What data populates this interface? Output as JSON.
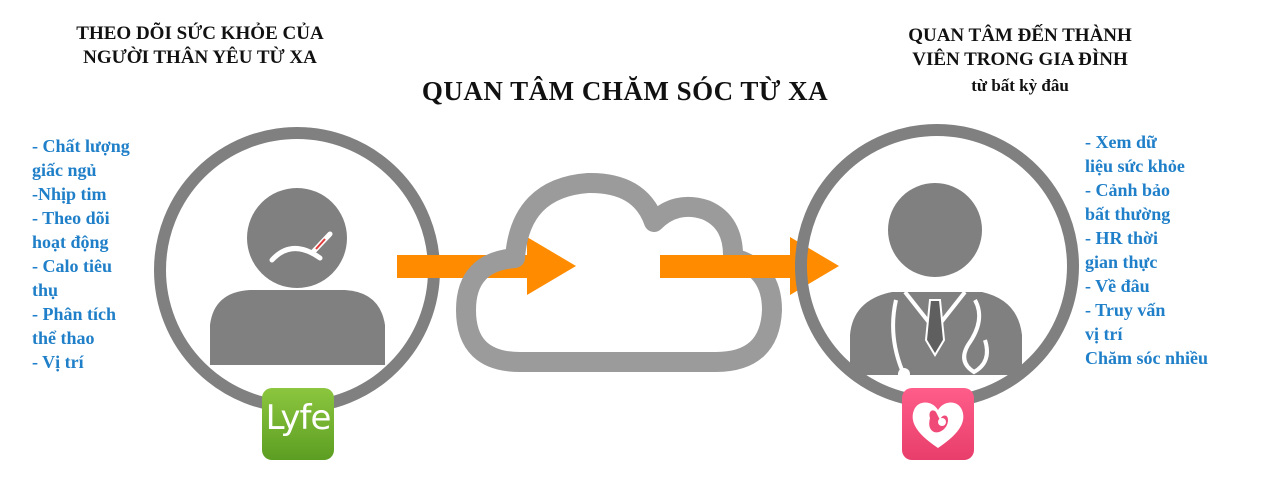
{
  "title": "QUAN TÂM CHĂM SÓC TỪ XA",
  "left_panel": {
    "heading_line1": "THEO DÕI SỨC KHỎE CỦA",
    "heading_line2": "NGƯỜI THÂN YÊU TỪ XA",
    "items": [
      "- Chất lượng",
      "giấc ngủ",
      "-Nhịp tim",
      "- Theo dõi",
      "hoạt động",
      "- Calo tiêu",
      "thụ",
      "- Phân tích",
      "thể thao",
      "- Vị trí"
    ],
    "app_icon_label": "Lyfe",
    "app_icon_name": "lyfe-app-icon"
  },
  "right_panel": {
    "heading_line1": "QUAN TÂM ĐẾN THÀNH",
    "heading_line2": "VIÊN TRONG GIA ĐÌNH",
    "heading_line3": "từ bất kỳ đâu",
    "items": [
      "- Xem dữ",
      "liệu sức khỏe",
      "- Cảnh bảo",
      "bất thường",
      "- HR thời",
      "gian thực",
      "- Về đâu",
      "- Truy vấn",
      "vị trí",
      "Chăm sóc nhiều"
    ],
    "app_icon_name": "care-heart-app-icon"
  },
  "icons": {
    "patient": "sick-person-icon",
    "cloud": "cloud-icon",
    "doctor": "doctor-icon",
    "arrow": "arrow-right-icon"
  },
  "colors": {
    "icon_gray": "#808080",
    "arrow_orange": "#ff8c00",
    "list_blue": "#1f7fc8",
    "lyfe_green": "#7ab62f",
    "care_pink": "#f04b78"
  }
}
